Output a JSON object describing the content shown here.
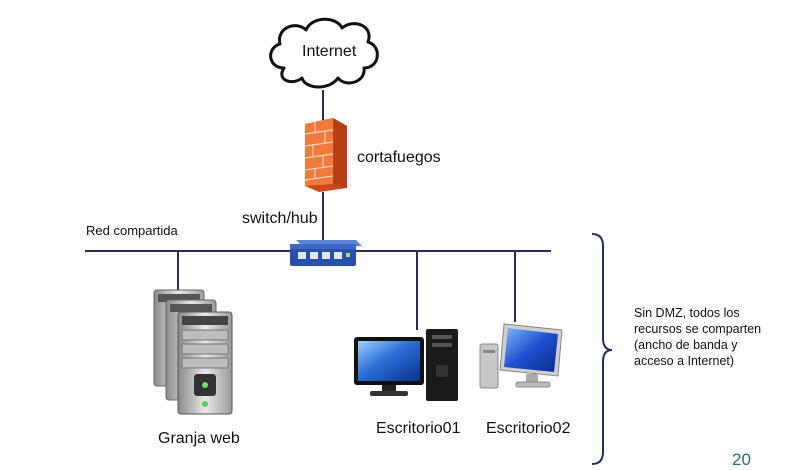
{
  "diagram": {
    "internet_label": "Internet",
    "firewall_label": "cortafuegos",
    "switch_label": "switch/hub",
    "network_label": "Red compartida",
    "server_label": "Granja web",
    "desktop1_label": "Escritorio01",
    "desktop2_label": "Escritorio02",
    "note_lines": [
      "Sin DMZ, todos los",
      "recursos se comparten",
      "(ancho de banda y",
      "acceso a Internet)"
    ],
    "page_number": "20"
  },
  "colors": {
    "line": "#2b2b5e",
    "brace": "#1f2f5f",
    "firewall": "#e8602a",
    "switch": "#2a4fa8",
    "page_number": "#2e6b6b"
  },
  "icons": [
    "cloud-icon",
    "firewall-icon",
    "switch-icon",
    "server-icon",
    "desktop-icon",
    "monitor-icon"
  ]
}
